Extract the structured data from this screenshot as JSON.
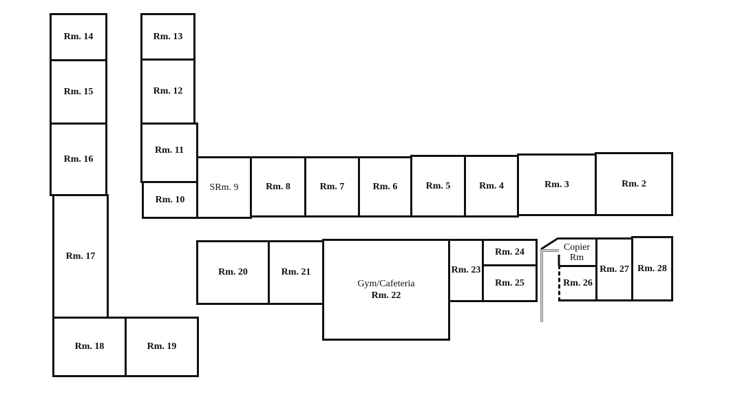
{
  "title": "School Floor Plan",
  "rooms": {
    "r14": "Rm. 14",
    "r15": "Rm. 15",
    "r16": "Rm. 16",
    "r17": "Rm. 17",
    "r18": "Rm. 18",
    "r19": "Rm. 19",
    "r13": "Rm. 13",
    "r12": "Rm. 12",
    "r11": "Rm. 11",
    "r10": "Rm. 10",
    "r9": "SRm. 9",
    "r8": "Rm. 8",
    "r7": "Rm. 7",
    "r6": "Rm. 6",
    "r5": "Rm. 5",
    "r4": "Rm. 4",
    "r3": "Rm. 3",
    "r2": "Rm. 2",
    "r20": "Rm. 20",
    "r21": "Rm. 21",
    "r22_name": "Gym/Cafeteria",
    "r22": "Rm. 22",
    "r23": "Rm. 23",
    "r24": "Rm. 24",
    "r25": "Rm. 25",
    "copier1": "Copier",
    "copier2": "Rm",
    "r26": "Rm. 26",
    "r27": "Rm. 27",
    "r28": "Rm. 28"
  }
}
